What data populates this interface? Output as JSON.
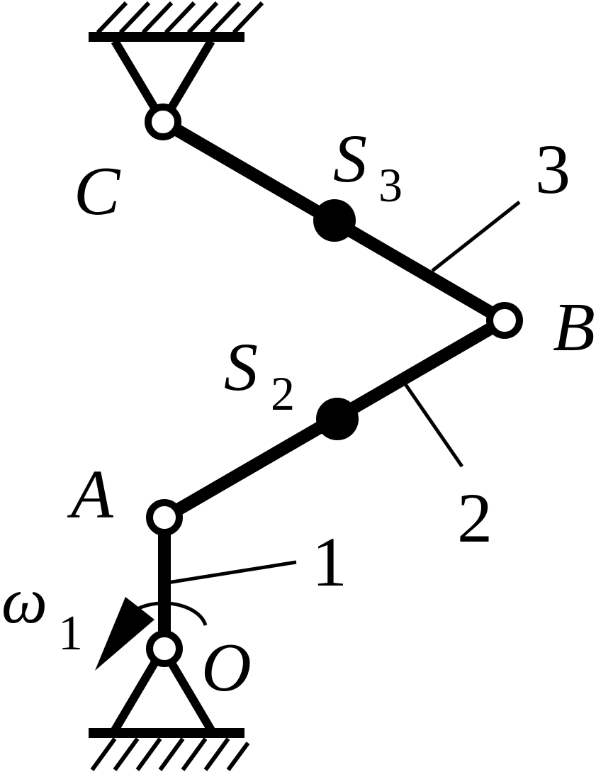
{
  "diagram": {
    "labels": {
      "joint_c": "C",
      "joint_b": "B",
      "joint_a": "A",
      "joint_o": "O",
      "com_s3_letter": "S",
      "com_s3_sub": "3",
      "com_s2_letter": "S",
      "com_s2_sub": "2",
      "link_1": "1",
      "link_2": "2",
      "link_3": "3",
      "omega_letter": "ω",
      "omega_sub": "1"
    },
    "colors": {
      "ink": "#000000",
      "background": "#ffffff"
    }
  }
}
